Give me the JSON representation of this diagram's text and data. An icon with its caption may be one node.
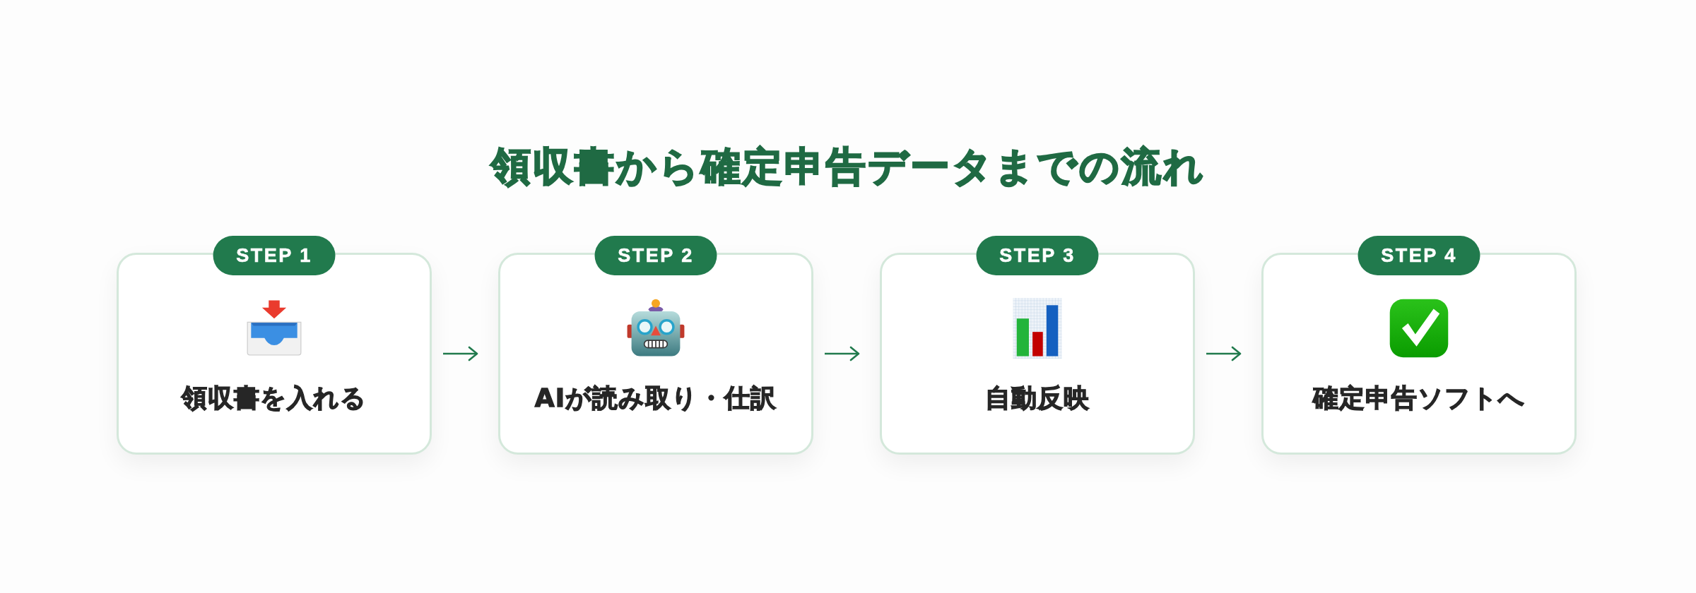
{
  "diagram": {
    "title": "領収書から確定申告データまでの流れ",
    "nodes": [
      {
        "text": [
          "STEP 1",
          "領収書を入れる"
        ]
      },
      {
        "text": [
          "STEP 2",
          "AIが読み取り・仕訳"
        ]
      },
      {
        "text": [
          "STEP 3",
          "自動反映"
        ]
      },
      {
        "text": [
          "STEP 4",
          "確定申告ソフトへ"
        ]
      }
    ],
    "edges": [
      {
        "from": 0,
        "to": 1,
        "arrow": "to"
      },
      {
        "from": 1,
        "to": 2,
        "arrow": "to"
      },
      {
        "from": 2,
        "to": 3,
        "arrow": "to"
      }
    ]
  }
}
